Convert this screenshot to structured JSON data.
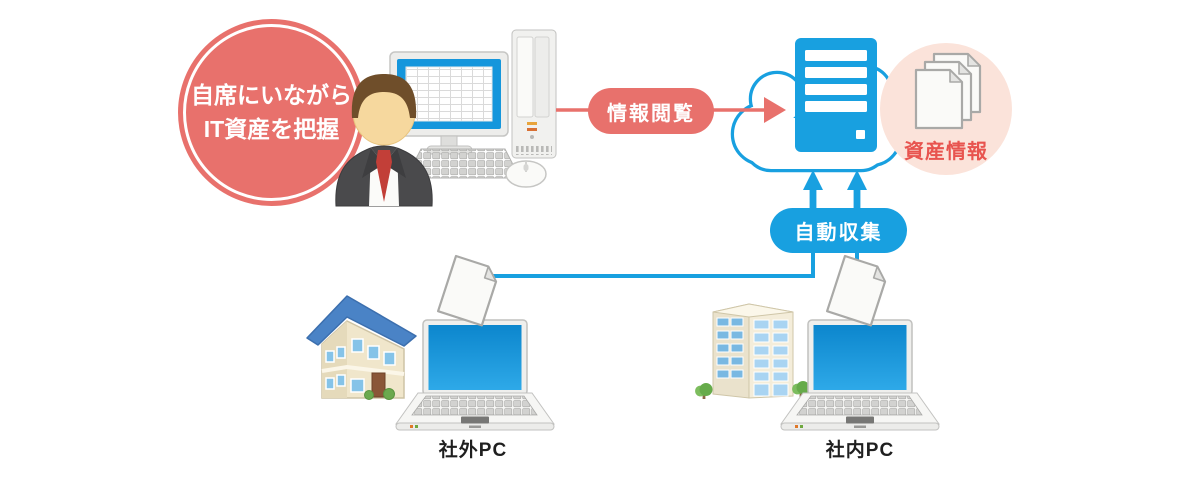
{
  "page": {
    "background": "#ffffff"
  },
  "colors": {
    "accent_red": "#e8716c",
    "red_text": "#e8544f",
    "pink_bg": "#fbe3da",
    "accent_blue": "#18a0e0",
    "ink": "#1f1f1f"
  },
  "badge": {
    "line1": "自席にいながら",
    "line2": "IT資産を把握"
  },
  "flows": {
    "info_view": "情報閲覧",
    "auto_collect": "自動収集"
  },
  "cloud": {
    "asset_info": "資産情報"
  },
  "endpoints": {
    "external_pc": "社外PC",
    "internal_pc": "社内PC"
  },
  "icons": {
    "admin": "businessman-desktop-pc-icon",
    "server": "cloud-server-icon",
    "assets": "document-stack-icon",
    "external_site": "house-icon",
    "internal_site": "office-building-icon",
    "client": "laptop-icon",
    "payload": "document-icon",
    "upload": "up-arrow-icon",
    "browse": "right-arrow-icon"
  }
}
